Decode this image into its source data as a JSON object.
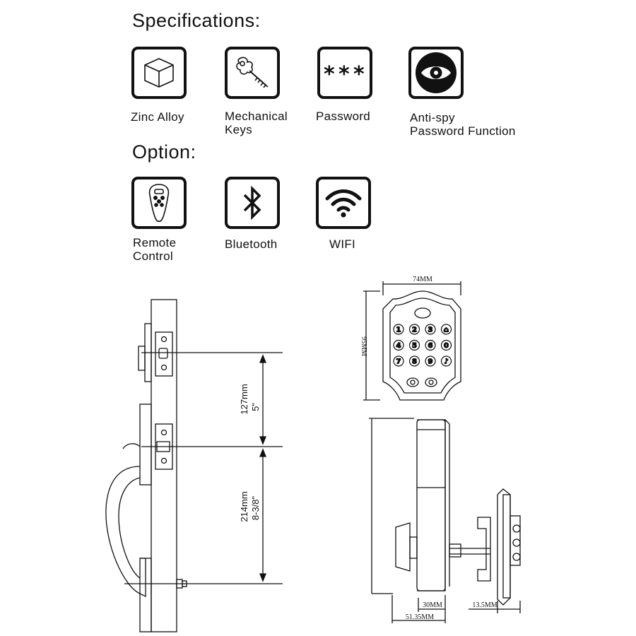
{
  "specifications": {
    "heading": "Specifications:",
    "items": [
      {
        "label": "Zinc Alloy",
        "icon": "cube-icon"
      },
      {
        "label": "Mechanical\nKeys",
        "icon": "key-icon"
      },
      {
        "label": "Password",
        "icon": "asterisks-icon"
      },
      {
        "label": "Anti-spy\nPassword Function",
        "icon": "eye-icon"
      }
    ]
  },
  "option": {
    "heading": "Option:",
    "items": [
      {
        "label": "Remote\nControl",
        "icon": "remote-control-icon"
      },
      {
        "label": "Bluetooth",
        "icon": "bluetooth-icon"
      },
      {
        "label": "WIFI",
        "icon": "wifi-icon"
      }
    ]
  },
  "dimensions": {
    "width_top": "74MM",
    "height_front": "95MM",
    "spacing_upper_mm": "127mm",
    "spacing_upper_in": "5\"",
    "spacing_lower_mm": "214mm",
    "spacing_lower_in": "8-3/8\"",
    "depth_30": "30MM",
    "depth_total": "51.35MM",
    "depth_13": "13.5MM"
  },
  "keypad": {
    "keys": [
      "1",
      "2",
      "3",
      "lock",
      "4",
      "5",
      "6",
      "0",
      "7",
      "8",
      "9",
      "bell"
    ]
  }
}
